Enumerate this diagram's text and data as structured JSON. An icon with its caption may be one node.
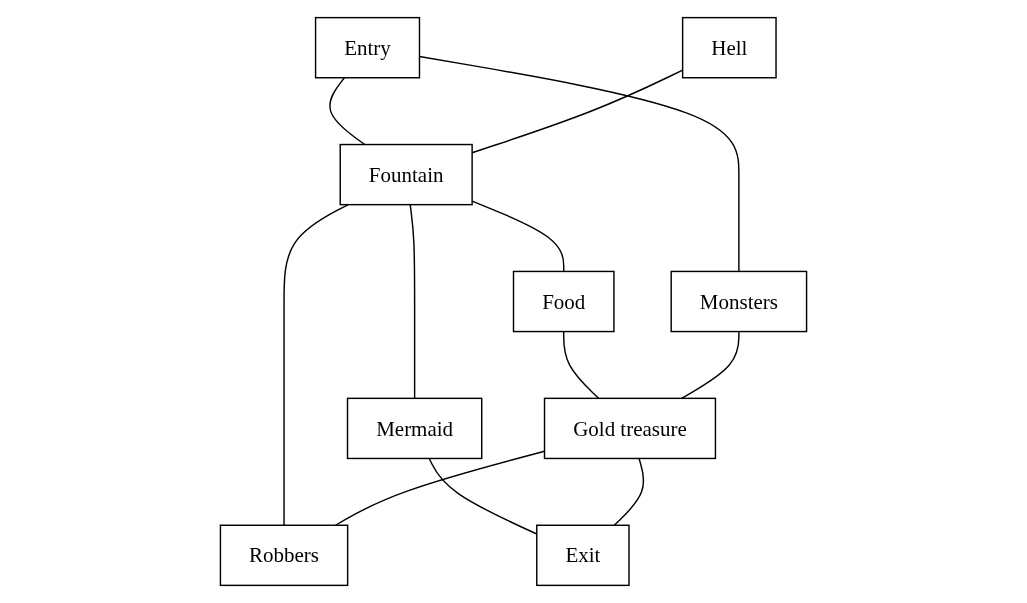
{
  "diagram": {
    "nodes": [
      {
        "text": [
          "Entry"
        ]
      },
      {
        "text": [
          "Hell"
        ]
      },
      {
        "text": [
          "Mermaid"
        ]
      },
      {
        "text": [
          "Fountain"
        ]
      },
      {
        "text": [
          "Robbers"
        ]
      },
      {
        "text": [
          "Food"
        ]
      },
      {
        "text": [
          "Monsters"
        ]
      },
      {
        "text": [
          "Gold treasure"
        ]
      },
      {
        "text": [
          "Exit"
        ]
      }
    ],
    "edges": [
      {
        "from": 0,
        "to": 6,
        "arrow": "none"
      },
      {
        "from": 0,
        "to": 3,
        "arrow": "none"
      },
      {
        "from": 1,
        "to": 3,
        "arrow": "none"
      },
      {
        "from": 3,
        "to": 2,
        "arrow": "none"
      },
      {
        "from": 3,
        "to": 5,
        "arrow": "none"
      },
      {
        "from": 3,
        "to": 4,
        "arrow": "none"
      },
      {
        "from": 2,
        "to": 8,
        "arrow": "none"
      },
      {
        "from": 5,
        "to": 7,
        "arrow": "none"
      },
      {
        "from": 6,
        "to": 7,
        "arrow": "none"
      },
      {
        "from": 7,
        "to": 4,
        "arrow": "none"
      },
      {
        "from": 7,
        "to": 8,
        "arrow": "none"
      }
    ]
  }
}
